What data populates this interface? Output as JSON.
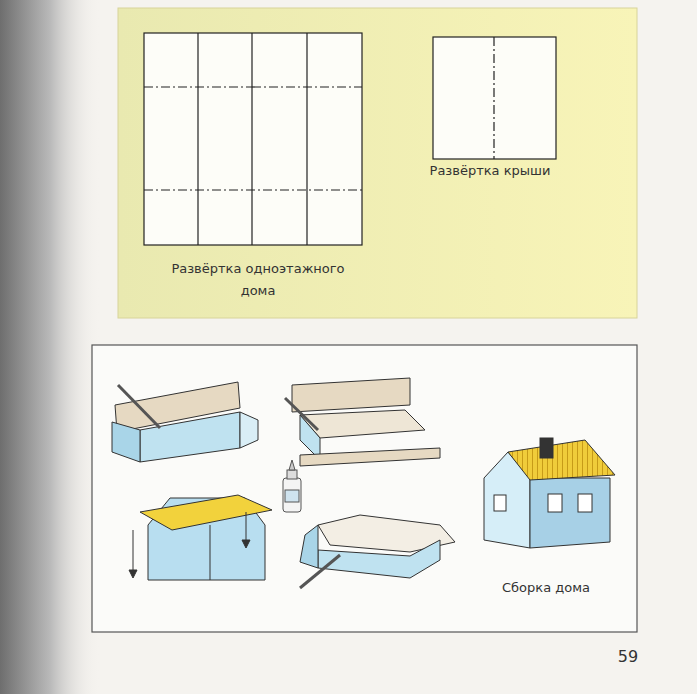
{
  "diagram": {
    "labels": [
      "Развёртка крыши",
      "Развёртка одноэтажного дома",
      "Сборка дома",
      "59"
    ]
  }
}
